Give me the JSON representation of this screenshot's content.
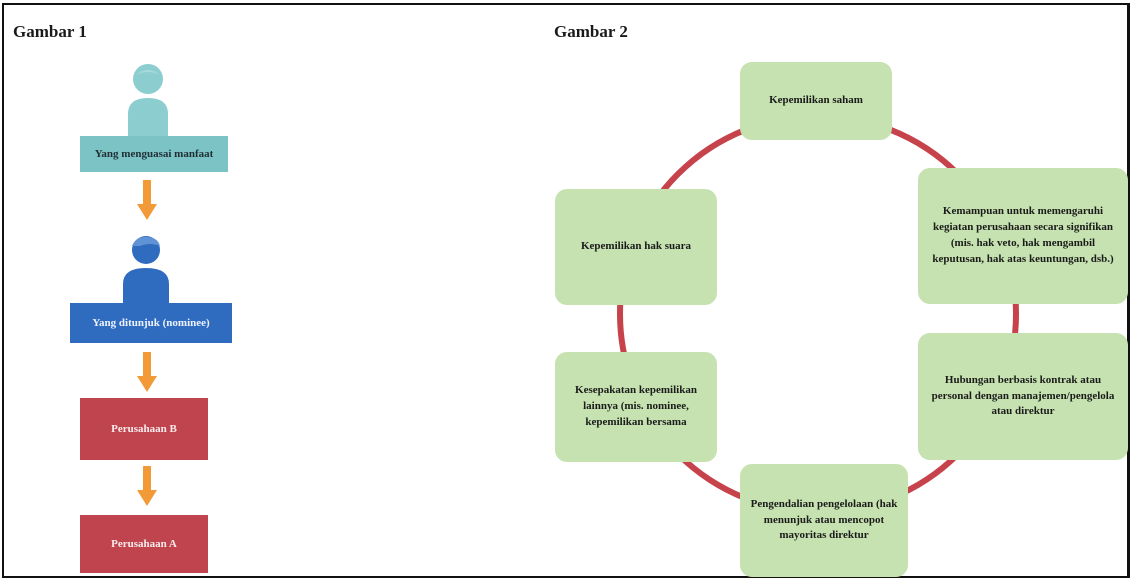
{
  "figure1": {
    "title": "Gambar 1",
    "nodes": [
      {
        "id": "beneficial-owner",
        "label": "Yang menguasai manfaat"
      },
      {
        "id": "nominee",
        "label": "Yang ditunjuk (nominee)"
      },
      {
        "id": "company-b",
        "label": "Perusahaan B"
      },
      {
        "id": "company-a",
        "label": "Perusahaan A"
      }
    ]
  },
  "figure2": {
    "title": "Gambar 2",
    "nodes": [
      {
        "id": "share-ownership",
        "label": "Kepemilikan saham"
      },
      {
        "id": "influence-ability",
        "label": "Kemampuan untuk memengaruhi kegiatan perusahaan secara signifikan (mis. hak veto, hak mengambil keputusan, hak atas keuntungan, dsb.)"
      },
      {
        "id": "contract-relationship",
        "label": "Hubungan berbasis kontrak atau personal dengan manajemen/pengelola atau direktur"
      },
      {
        "id": "management-control",
        "label": "Pengendalian pengelolaan (hak menunjuk atau mencopot mayoritas direktur"
      },
      {
        "id": "other-agreements",
        "label": "Kesepakatan kepemilikan lainnya (mis. nominee, kepemilikan bersama"
      },
      {
        "id": "voting-rights",
        "label": "Kepemilikan hak suara"
      }
    ]
  },
  "colors": {
    "teal": "#7cc3c6",
    "blue": "#2f6bbf",
    "red": "#c0444e",
    "green": "#c6e2b0",
    "arrow_orange": "#f29a38",
    "ring_red": "#c6434b"
  },
  "icons": [
    "person-female-icon",
    "person-male-icon"
  ]
}
